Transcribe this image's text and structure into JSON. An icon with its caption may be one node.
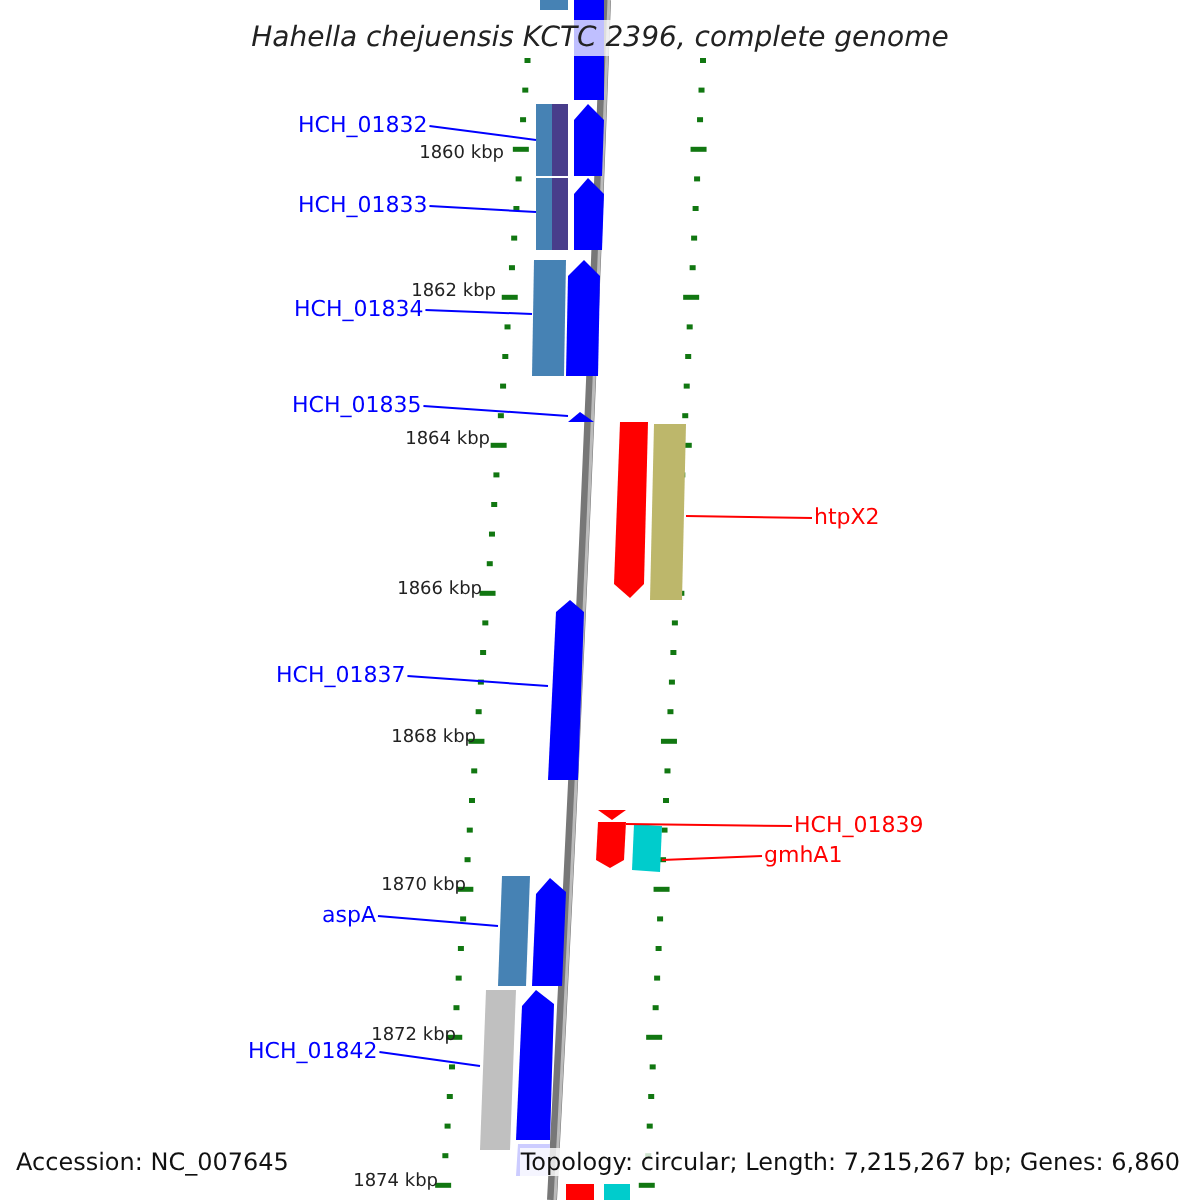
{
  "diagram": {
    "title": "Hahella chejuensis KCTC 2396, complete genome",
    "nodes": [
      {
        "text": [
          "HCH_01832"
        ]
      },
      {
        "text": [],
        "shape": "bar"
      },
      {
        "text": [
          "HCH_01833"
        ]
      },
      {
        "text": [],
        "shape": "bar"
      },
      {
        "text": [
          "HCH_01834"
        ]
      },
      {
        "text": [],
        "shape": "bar"
      },
      {
        "text": [
          "HCH_01835"
        ]
      },
      {
        "text": [],
        "shape": "bar"
      },
      {
        "text": [
          "htpX2"
        ]
      },
      {
        "text": [],
        "shape": "bar"
      },
      {
        "text": [
          "HCH_01837"
        ]
      },
      {
        "text": [],
        "shape": "bar"
      },
      {
        "text": [
          "HCH_01839"
        ]
      },
      {
        "text": [],
        "shape": "bar"
      },
      {
        "text": [
          "gmhA1"
        ]
      },
      {
        "text": [],
        "shape": "bar"
      },
      {
        "text": [
          "aspA"
        ]
      },
      {
        "text": [],
        "shape": "bar"
      },
      {
        "text": [
          "HCH_01842"
        ]
      },
      {
        "text": [],
        "shape": "bar"
      }
    ],
    "edges": [
      {
        "from": 0,
        "to": 1,
        "arrow": "none",
        "color": "#0000ff"
      },
      {
        "from": 2,
        "to": 3,
        "arrow": "none",
        "color": "#0000ff"
      },
      {
        "from": 4,
        "to": 5,
        "arrow": "none",
        "color": "#0000ff"
      },
      {
        "from": 6,
        "to": 7,
        "arrow": "none",
        "color": "#0000ff"
      },
      {
        "from": 8,
        "to": 9,
        "arrow": "none",
        "color": "#ff0000"
      },
      {
        "from": 10,
        "to": 11,
        "arrow": "none",
        "color": "#0000ff"
      },
      {
        "from": 12,
        "to": 13,
        "arrow": "none",
        "color": "#ff0000"
      },
      {
        "from": 14,
        "to": 15,
        "arrow": "none",
        "color": "#ff0000"
      },
      {
        "from": 16,
        "to": 17,
        "arrow": "none",
        "color": "#0000ff"
      },
      {
        "from": 18,
        "to": 19,
        "arrow": "none",
        "color": "#0000ff"
      }
    ],
    "labels": [
      "1860 kbp",
      "1862 kbp",
      "1864 kbp",
      "1866 kbp",
      "1868 kbp",
      "1870 kbp",
      "1872 kbp",
      "1874 kbp",
      "Accession: NC_007645",
      "Topology: circular; Length: 7,215,267 bp; Genes: 6,860"
    ]
  }
}
